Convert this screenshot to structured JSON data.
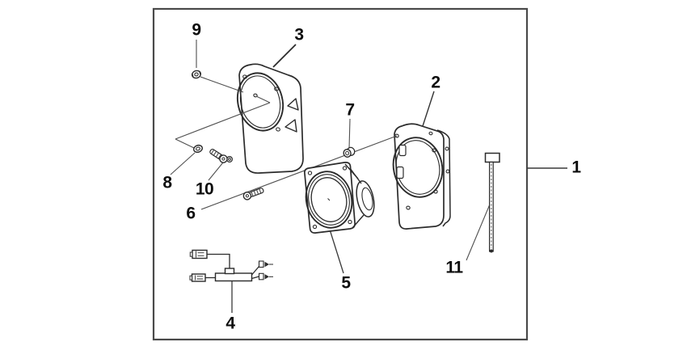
{
  "figure": {
    "kind": "exploded-parts-diagram",
    "background_color": "#ffffff",
    "line_color": "#2b2b2b",
    "frame_color": "#4a4a4a"
  },
  "callouts": [
    {
      "label": "1"
    },
    {
      "label": "2"
    },
    {
      "label": "3"
    },
    {
      "label": "4"
    },
    {
      "label": "5"
    },
    {
      "label": "6"
    },
    {
      "label": "7"
    },
    {
      "label": "8"
    },
    {
      "label": "9"
    },
    {
      "label": "10"
    },
    {
      "label": "11"
    }
  ]
}
